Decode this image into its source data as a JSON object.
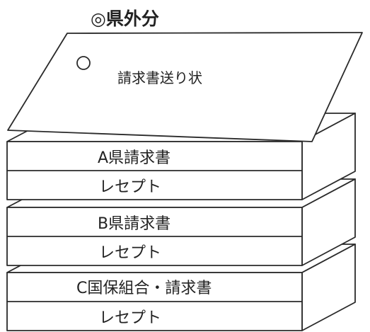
{
  "header": {
    "title": "◎県外分"
  },
  "invoice_sheet": {
    "circle_mark": "○",
    "label": "請求書送り状"
  },
  "stacks": [
    {
      "top_label": "A県請求書",
      "bottom_label": "レセプト"
    },
    {
      "top_label": "B県請求書",
      "bottom_label": "レセプト"
    },
    {
      "top_label": "C国保組合・請求書",
      "bottom_label": "レセプト"
    }
  ]
}
